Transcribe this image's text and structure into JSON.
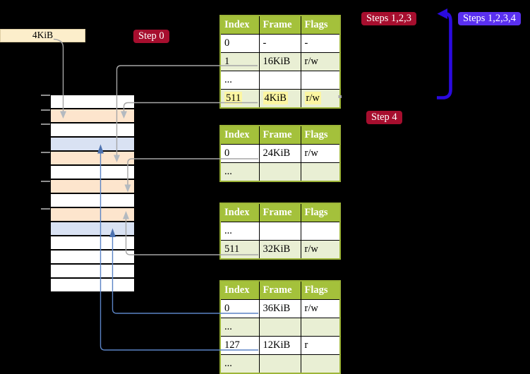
{
  "labels": {
    "page_size": "4KiB",
    "step0": "Step 0",
    "steps123": "Steps 1,2,3",
    "steps1234": "Steps 1,2,3,4",
    "step4": "Step 4"
  },
  "table_headers": [
    "Index",
    "Frame",
    "Flags"
  ],
  "tables": [
    {
      "id": "level-4",
      "rows": [
        {
          "index": "0",
          "frame": "-",
          "flags": "-",
          "shaded": false,
          "highlight": false
        },
        {
          "index": "1",
          "frame": "16KiB",
          "flags": "r/w",
          "shaded": true,
          "highlight": false
        },
        {
          "index": "...",
          "frame": "",
          "flags": "",
          "shaded": false,
          "highlight": false
        },
        {
          "index": "511",
          "frame": "4KiB",
          "flags": "r/w",
          "shaded": true,
          "highlight": true
        }
      ]
    },
    {
      "id": "level-3",
      "rows": [
        {
          "index": "0",
          "frame": "24KiB",
          "flags": "r/w",
          "shaded": false,
          "highlight": false
        },
        {
          "index": "...",
          "frame": "",
          "flags": "",
          "shaded": true,
          "highlight": false
        }
      ]
    },
    {
      "id": "level-2",
      "rows": [
        {
          "index": "...",
          "frame": "",
          "flags": "",
          "shaded": false,
          "highlight": false
        },
        {
          "index": "511",
          "frame": "32KiB",
          "flags": "r/w",
          "shaded": true,
          "highlight": false
        }
      ]
    },
    {
      "id": "level-1",
      "rows": [
        {
          "index": "0",
          "frame": "36KiB",
          "flags": "r/w",
          "shaded": false,
          "highlight": false
        },
        {
          "index": "...",
          "frame": "",
          "flags": "",
          "shaded": true,
          "highlight": false
        },
        {
          "index": "127",
          "frame": "12KiB",
          "flags": "r",
          "shaded": false,
          "highlight": false
        },
        {
          "index": "...",
          "frame": "",
          "flags": "",
          "shaded": true,
          "highlight": false
        }
      ]
    }
  ],
  "memory": {
    "rows": [
      "white",
      "peach",
      "white",
      "blue",
      "peach",
      "white",
      "peach",
      "white",
      "peach",
      "blue",
      "white",
      "white",
      "white",
      "white"
    ]
  },
  "colors": {
    "table_header_bg": "#a4c13b",
    "table_border": "#9db538",
    "table_row_alt_bg": "#e9efd4",
    "highlight_yellow": "#fcf6a2",
    "memory_white": "#ffffff",
    "memory_peach": "#fde5cd",
    "memory_blue": "#d9e2f3",
    "gray_arrow_line": "#a6a6a6",
    "gray_arrow_head": "#b4bac0",
    "blue_arrow_line": "#5b84c5",
    "blue_arrow_head": "#4d72b0",
    "big_arrow": "#2b0ae0",
    "label_red_bg": "#a60e2e",
    "label_blue_bg": "#5a30f0",
    "page_size_box_bg": "#fceecb",
    "tick_gray": "#8e8e8e"
  }
}
